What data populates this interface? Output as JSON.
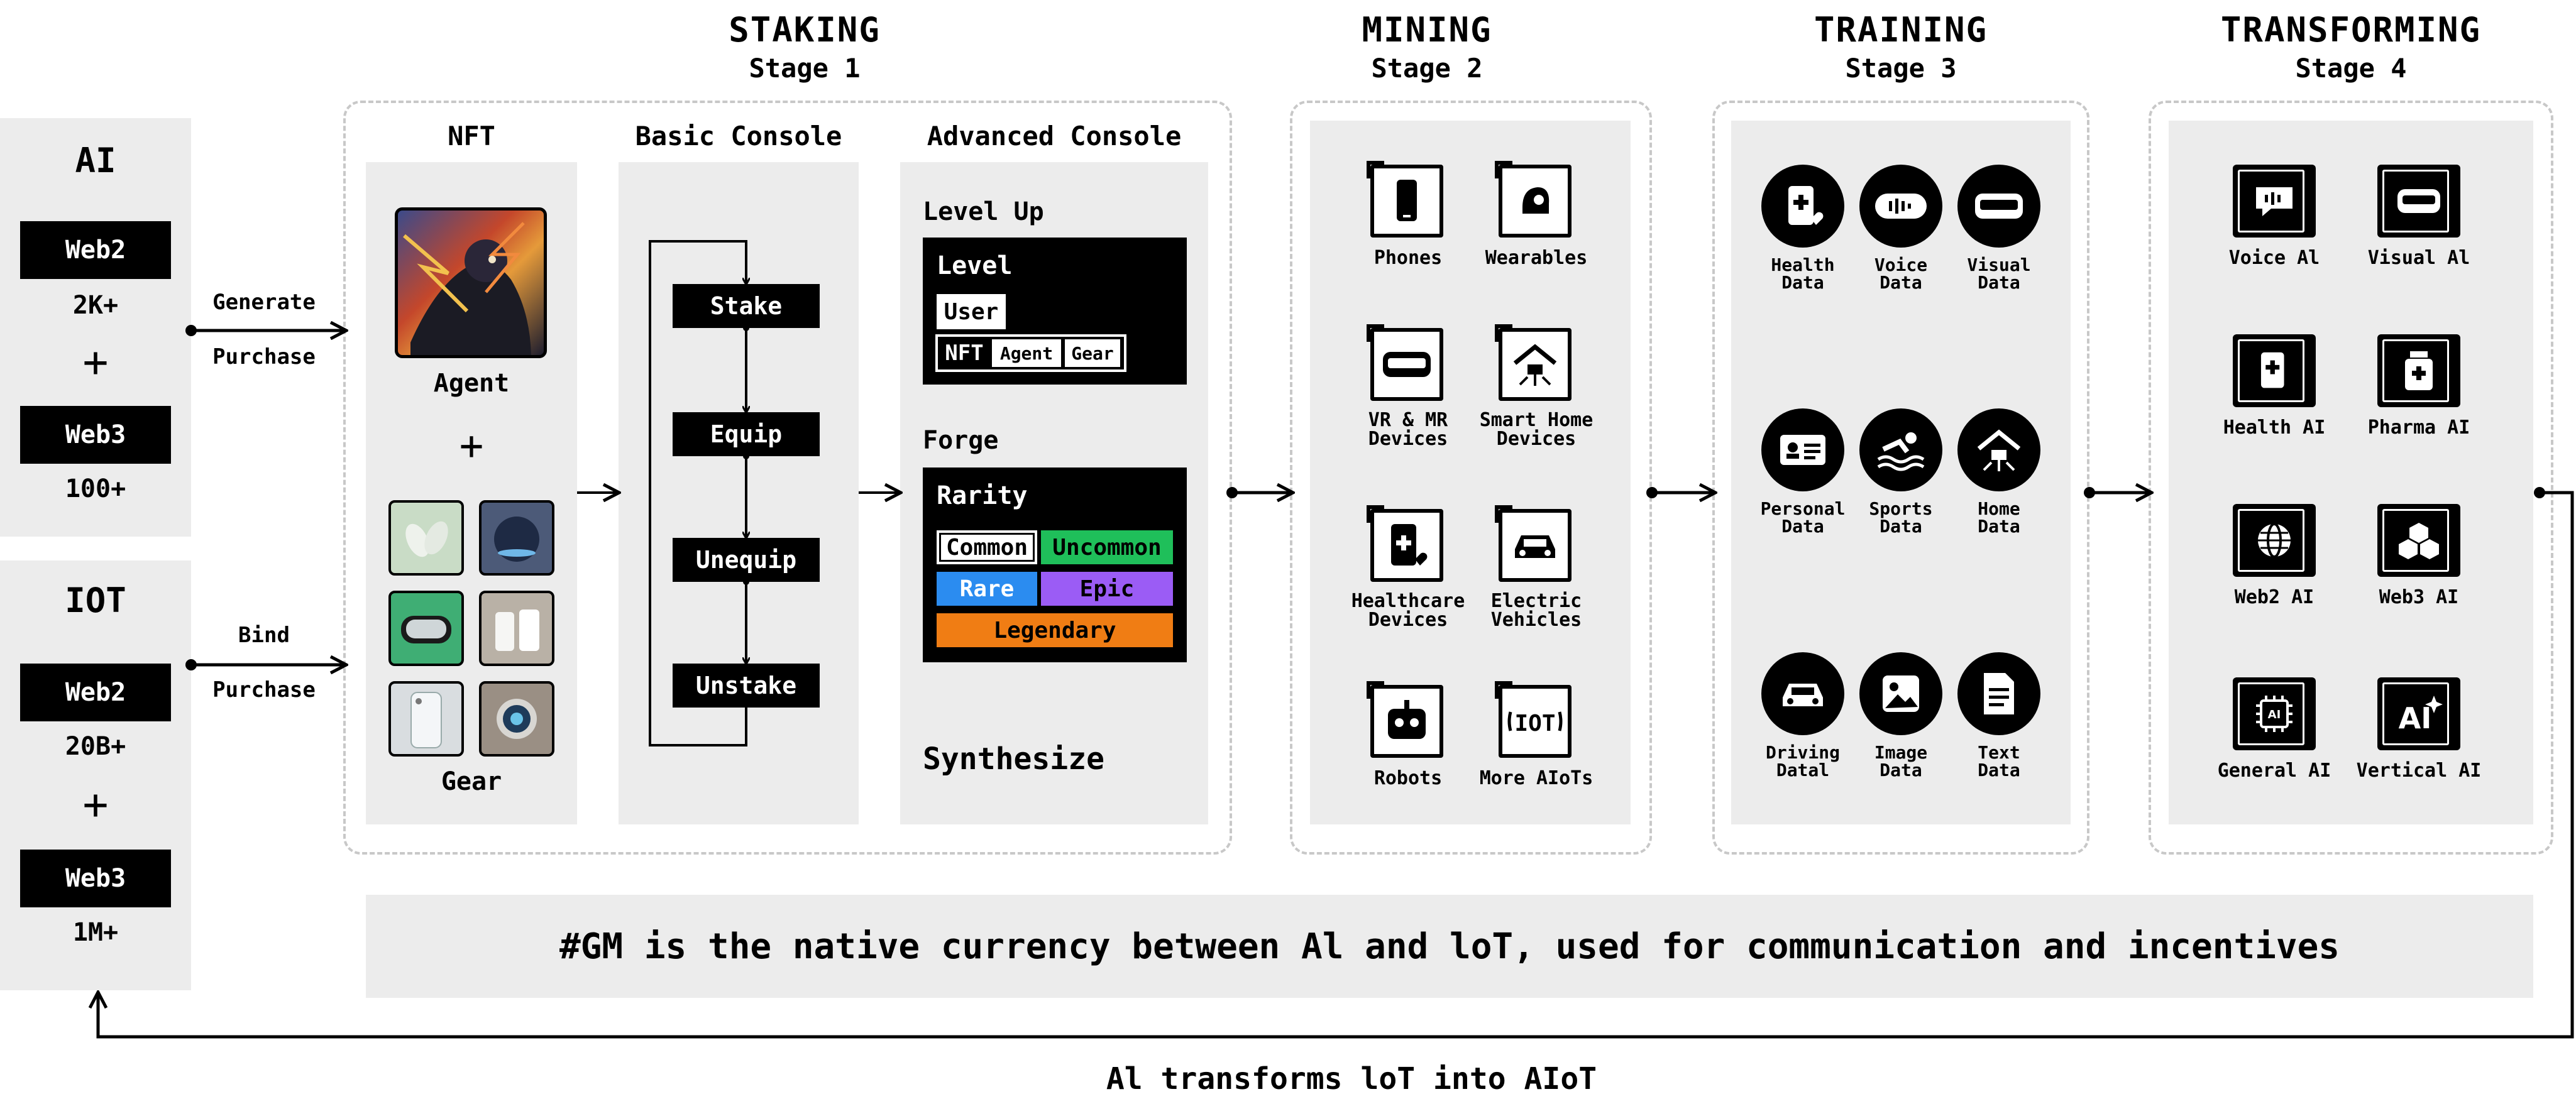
{
  "left": {
    "ai": {
      "title": "AI",
      "web2": "Web2",
      "web2_count": "2K+",
      "plus": "+",
      "web3": "Web3",
      "web3_count": "100+"
    },
    "iot": {
      "title": "IOT",
      "web2": "Web2",
      "web2_count": "20B+",
      "plus": "+",
      "web3": "Web3",
      "web3_count": "1M+"
    },
    "arrow_ai": {
      "top": "Generate",
      "bottom": "Purchase"
    },
    "arrow_iot": {
      "top": "Bind",
      "bottom": "Purchase"
    }
  },
  "staking": {
    "title": "STAKING",
    "stage": "Stage 1",
    "nft": {
      "title": "NFT",
      "agent": "Agent",
      "plus": "+",
      "gear": "Gear"
    },
    "basic": {
      "title": "Basic Console",
      "steps": [
        "Stake",
        "Equip",
        "Unequip",
        "Unstake"
      ]
    },
    "advanced": {
      "title": "Advanced Console",
      "level_up": "Level Up",
      "level_box": {
        "heading": "Level",
        "user": "User",
        "nft": "NFT",
        "agent": "Agent",
        "gear": "Gear"
      },
      "forge": "Forge",
      "rarity_box": {
        "heading": "Rarity",
        "common": "Common",
        "uncommon": "Uncommon",
        "rare": "Rare",
        "epic": "Epic",
        "legendary": "Legendary"
      },
      "synthesize": "Synthesize"
    }
  },
  "mining": {
    "title": "MINING",
    "stage": "Stage 2",
    "items": [
      {
        "l1": "Phones",
        "l2": "",
        "icon": "phone-icon"
      },
      {
        "l1": "Wearables",
        "l2": "",
        "icon": "wearable-icon"
      },
      {
        "l1": "VR & MR",
        "l2": "Devices",
        "icon": "vr-headset-icon"
      },
      {
        "l1": "Smart Home",
        "l2": "Devices",
        "icon": "smart-home-icon"
      },
      {
        "l1": "Healthcare",
        "l2": "Devices",
        "icon": "healthcare-icon"
      },
      {
        "l1": "Electric",
        "l2": "Vehicles",
        "icon": "car-icon"
      },
      {
        "l1": "Robots",
        "l2": "",
        "icon": "robot-icon"
      },
      {
        "l1": "More AIoTs",
        "l2": "",
        "icon": "iot-icon"
      }
    ]
  },
  "training": {
    "title": "TRAINING",
    "stage": "Stage 3",
    "items": [
      {
        "l1": "Health",
        "l2": "Data",
        "icon": "health-icon"
      },
      {
        "l1": "Voice",
        "l2": "Data",
        "icon": "voice-icon"
      },
      {
        "l1": "Visual",
        "l2": "Data",
        "icon": "vr-headset-icon"
      },
      {
        "l1": "Personal",
        "l2": "Data",
        "icon": "id-card-icon"
      },
      {
        "l1": "Sports",
        "l2": "Data",
        "icon": "swimming-icon"
      },
      {
        "l1": "Home",
        "l2": "Data",
        "icon": "smart-home-icon"
      },
      {
        "l1": "Driving",
        "l2": "Datal",
        "icon": "car-icon"
      },
      {
        "l1": "Image",
        "l2": "Data",
        "icon": "image-icon"
      },
      {
        "l1": "Text",
        "l2": "Data",
        "icon": "document-icon"
      }
    ]
  },
  "transforming": {
    "title": "TRANSFORMING",
    "stage": "Stage 4",
    "items": [
      {
        "label": "Voice Al",
        "icon": "voice-icon"
      },
      {
        "label": "Visual Al",
        "icon": "vr-headset-icon"
      },
      {
        "label": "Health AI",
        "icon": "health-icon"
      },
      {
        "label": "Pharma AI",
        "icon": "pharma-icon"
      },
      {
        "label": "Web2 AI",
        "icon": "globe-icon"
      },
      {
        "label": "Web3 AI",
        "icon": "cubes-icon"
      },
      {
        "label": "General AI",
        "icon": "ai-chip-icon"
      },
      {
        "label": "Vertical AI",
        "icon": "ai-sparkle-icon"
      }
    ]
  },
  "banner": "#GM is the native currency between Al and loT, used for communication and incentives",
  "footer": "Al transforms loT into AIoT"
}
